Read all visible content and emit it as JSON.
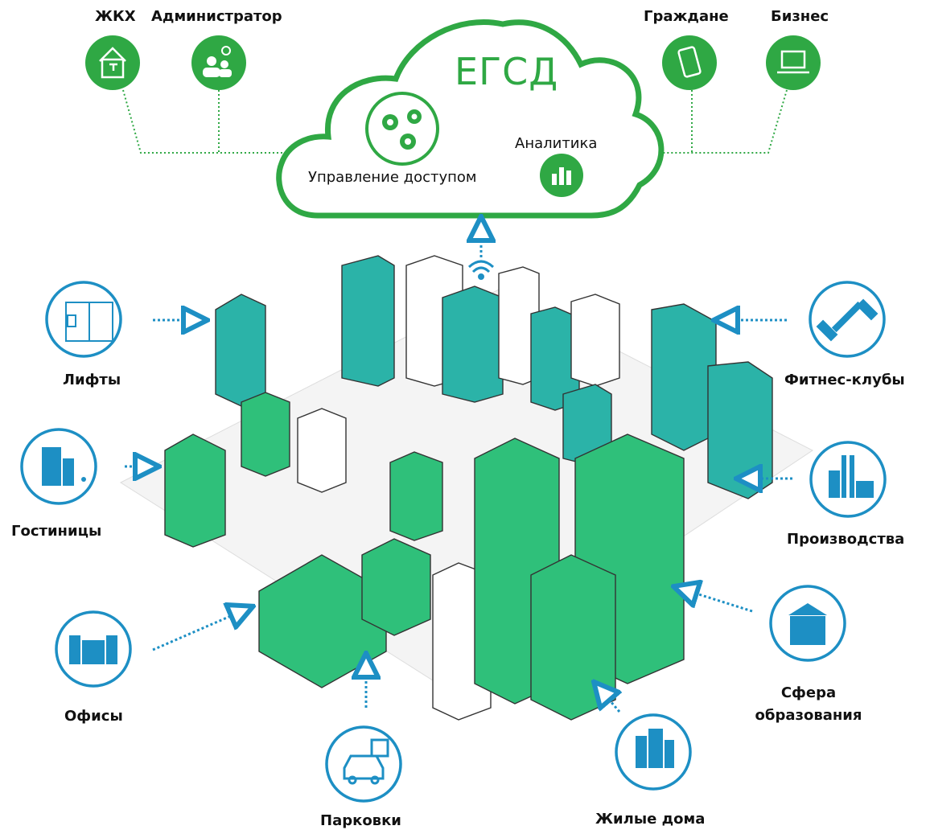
{
  "cloud": {
    "title": "ЕГСД",
    "access_label": "Управление доступом",
    "analytics_label": "Аналитика"
  },
  "top_nodes": [
    {
      "label": "ЖКХ",
      "icon": "house-tap-icon"
    },
    {
      "label": "Администратор",
      "icon": "admin-users-icon"
    },
    {
      "label": "Граждане",
      "icon": "smartphone-icon"
    },
    {
      "label": "Бизнес",
      "icon": "laptop-icon"
    }
  ],
  "side_nodes": [
    {
      "label": "Лифты",
      "icon": "elevator-icon"
    },
    {
      "label": "Гостиницы",
      "icon": "hotel-building-icon"
    },
    {
      "label": "Офисы",
      "icon": "office-building-icon"
    },
    {
      "label": "Парковки",
      "icon": "parking-car-icon"
    },
    {
      "label": "Жилые дома",
      "icon": "residential-buildings-icon"
    },
    {
      "label": "Сфера образования",
      "icon": "education-building-icon"
    },
    {
      "label": "Производства",
      "icon": "factory-icon"
    },
    {
      "label": "Фитнес-клубы",
      "icon": "dumbbell-icon"
    }
  ],
  "colors": {
    "green": "#2fa844",
    "blue": "#1d8fc4",
    "teal": "#2bb3a8",
    "building_green": "#2fc07a"
  }
}
